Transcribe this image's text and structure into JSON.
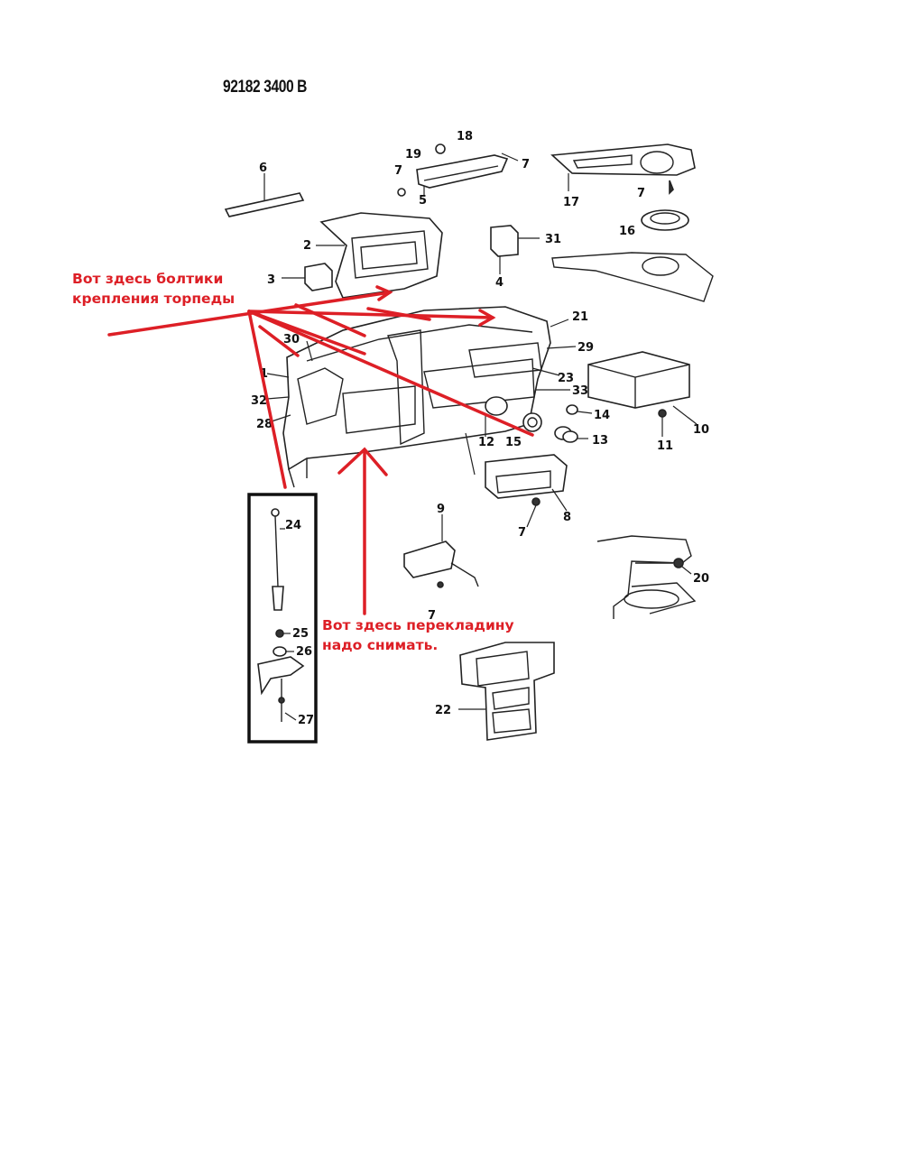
{
  "document_code": "92182 3400 B",
  "colors": {
    "annotation": "#dd1f26",
    "ink": "#222222"
  },
  "annotations": [
    {
      "text": "Вот здесь болтики\nкрепления торпеды"
    },
    {
      "text": "Вот здесь перекладину\nнадо снимать."
    }
  ],
  "part_labels": [
    "1",
    "2",
    "3",
    "4",
    "5",
    "6",
    "7",
    "8",
    "9",
    "10",
    "11",
    "12",
    "13",
    "14",
    "15",
    "16",
    "17",
    "18",
    "19",
    "20",
    "21",
    "22",
    "23",
    "24",
    "25",
    "26",
    "27",
    "28",
    "29",
    "30",
    "31",
    "32",
    "33"
  ]
}
